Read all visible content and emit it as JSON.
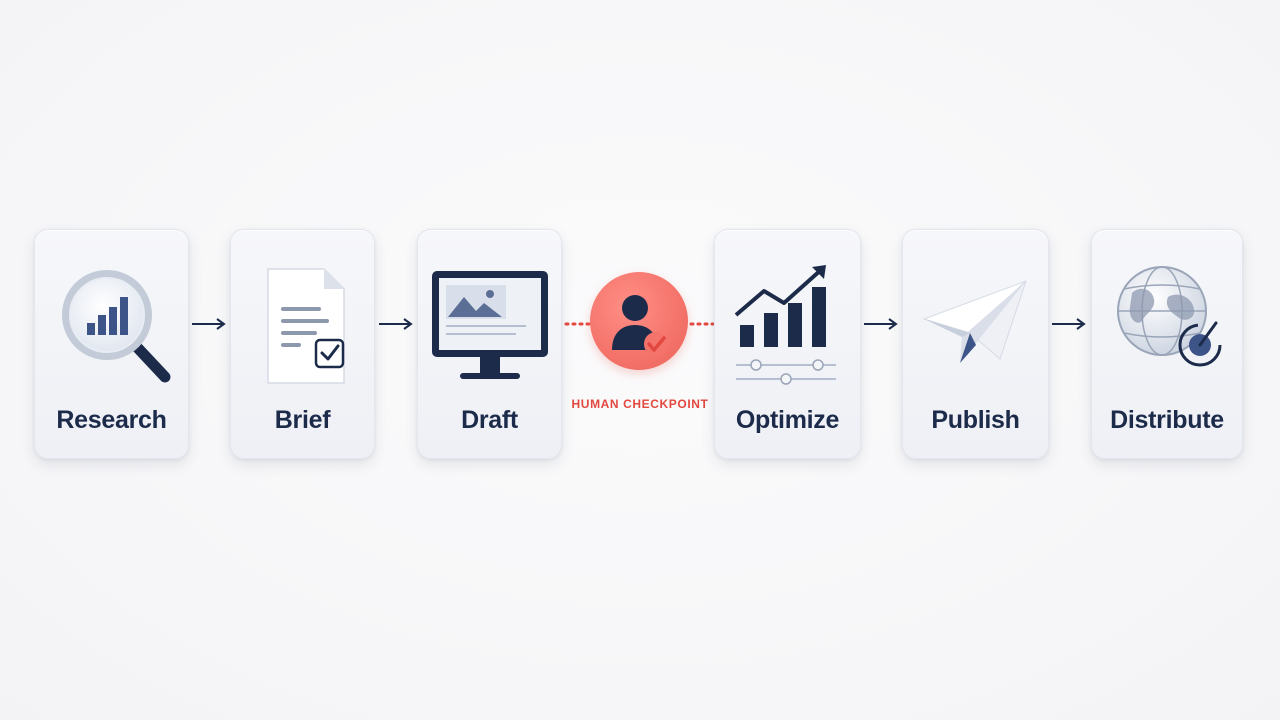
{
  "steps": [
    {
      "label": "Research",
      "icon": "magnifier-chart-icon"
    },
    {
      "label": "Brief",
      "icon": "document-check-icon"
    },
    {
      "label": "Draft",
      "icon": "monitor-image-icon"
    },
    {
      "label": "Optimize",
      "icon": "growth-chart-icon"
    },
    {
      "label": "Publish",
      "icon": "paper-plane-icon"
    },
    {
      "label": "Distribute",
      "icon": "globe-target-icon"
    }
  ],
  "checkpoint": {
    "label": "HUMAN CHECKPOINT",
    "icon": "person-check-icon"
  },
  "colors": {
    "navy": "#1c2b4a",
    "accent": "#f4736a",
    "checkpoint_text": "#e2483f"
  }
}
